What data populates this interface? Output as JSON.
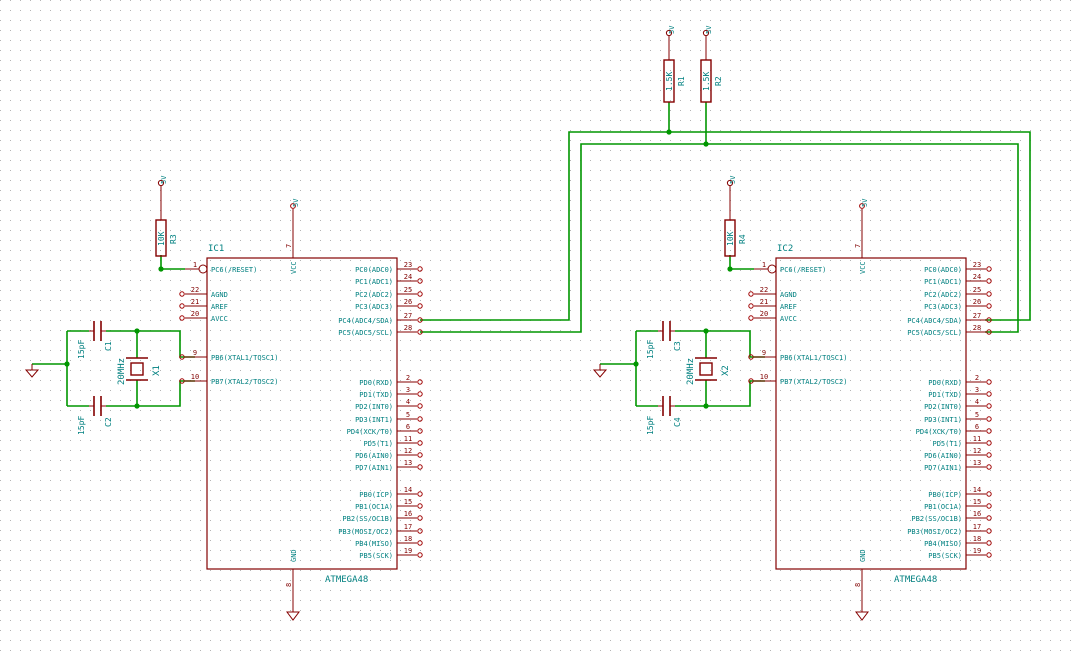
{
  "colors": {
    "background": "#ffffff",
    "grid_dot": "#b4b4b4",
    "wire": "#009600",
    "component_body": "#840000",
    "text": "#008484",
    "pin_end": "#a00000"
  },
  "ic1": {
    "ref": "IC1",
    "value": "ATMEGA48",
    "vcc_label": "VCC",
    "gnd_label": "GND",
    "vcc_pin": "7",
    "gnd_pin": "8",
    "left_pins": [
      {
        "num": "1",
        "name": "PC6(/RESET)"
      },
      {
        "num": "22",
        "name": "AGND"
      },
      {
        "num": "21",
        "name": "AREF"
      },
      {
        "num": "20",
        "name": "AVCC"
      },
      {
        "num": "9",
        "name": "PB6(XTAL1/TOSC1)"
      },
      {
        "num": "10",
        "name": "PB7(XTAL2/TOSC2)"
      }
    ],
    "right_pins": [
      {
        "num": "23",
        "name": "PC0(ADC0)"
      },
      {
        "num": "24",
        "name": "PC1(ADC1)"
      },
      {
        "num": "25",
        "name": "PC2(ADC2)"
      },
      {
        "num": "26",
        "name": "PC3(ADC3)"
      },
      {
        "num": "27",
        "name": "PC4(ADC4/SDA)"
      },
      {
        "num": "28",
        "name": "PC5(ADC5/SCL)"
      },
      {
        "num": "2",
        "name": "PD0(RXD)"
      },
      {
        "num": "3",
        "name": "PD1(TXD)"
      },
      {
        "num": "4",
        "name": "PD2(INT0)"
      },
      {
        "num": "5",
        "name": "PD3(INT1)"
      },
      {
        "num": "6",
        "name": "PD4(XCK/T0)"
      },
      {
        "num": "11",
        "name": "PD5(T1)"
      },
      {
        "num": "12",
        "name": "PD6(AIN0)"
      },
      {
        "num": "13",
        "name": "PD7(AIN1)"
      },
      {
        "num": "14",
        "name": "PB0(ICP)"
      },
      {
        "num": "15",
        "name": "PB1(OC1A)"
      },
      {
        "num": "16",
        "name": "PB2(SS/OC1B)"
      },
      {
        "num": "17",
        "name": "PB3(MOSI/OC2)"
      },
      {
        "num": "18",
        "name": "PB4(MISO)"
      },
      {
        "num": "19",
        "name": "PB5(SCK)"
      }
    ]
  },
  "ic2": {
    "ref": "IC2",
    "value": "ATMEGA48",
    "vcc_label": "VCC",
    "gnd_label": "GND",
    "vcc_pin": "7",
    "gnd_pin": "8",
    "left_pins": [
      {
        "num": "1",
        "name": "PC6(/RESET)"
      },
      {
        "num": "22",
        "name": "AGND"
      },
      {
        "num": "21",
        "name": "AREF"
      },
      {
        "num": "20",
        "name": "AVCC"
      },
      {
        "num": "9",
        "name": "PB6(XTAL1/TOSC1)"
      },
      {
        "num": "10",
        "name": "PB7(XTAL2/TOSC2)"
      }
    ],
    "right_pins": [
      {
        "num": "23",
        "name": "PC0(ADC0)"
      },
      {
        "num": "24",
        "name": "PC1(ADC1)"
      },
      {
        "num": "25",
        "name": "PC2(ADC2)"
      },
      {
        "num": "26",
        "name": "PC3(ADC3)"
      },
      {
        "num": "27",
        "name": "PC4(ADC4/SDA)"
      },
      {
        "num": "28",
        "name": "PC5(ADC5/SCL)"
      },
      {
        "num": "2",
        "name": "PD0(RXD)"
      },
      {
        "num": "3",
        "name": "PD1(TXD)"
      },
      {
        "num": "4",
        "name": "PD2(INT0)"
      },
      {
        "num": "5",
        "name": "PD3(INT1)"
      },
      {
        "num": "6",
        "name": "PD4(XCK/T0)"
      },
      {
        "num": "11",
        "name": "PD5(T1)"
      },
      {
        "num": "12",
        "name": "PD6(AIN0)"
      },
      {
        "num": "13",
        "name": "PD7(AIN1)"
      },
      {
        "num": "14",
        "name": "PB0(ICP)"
      },
      {
        "num": "15",
        "name": "PB1(OC1A)"
      },
      {
        "num": "16",
        "name": "PB2(SS/OC1B)"
      },
      {
        "num": "17",
        "name": "PB3(MOSI/OC2)"
      },
      {
        "num": "18",
        "name": "PB4(MISO)"
      },
      {
        "num": "19",
        "name": "PB5(SCK)"
      }
    ]
  },
  "resistors": {
    "r1": {
      "ref": "R1",
      "value": "1.5K"
    },
    "r2": {
      "ref": "R2",
      "value": "1.5K"
    },
    "r3": {
      "ref": "R3",
      "value": "10K"
    },
    "r4": {
      "ref": "R4",
      "value": "10K"
    }
  },
  "capacitors": {
    "c1": {
      "ref": "C1",
      "value": "15pF"
    },
    "c2": {
      "ref": "C2",
      "value": "15pF"
    },
    "c3": {
      "ref": "C3",
      "value": "15pF"
    },
    "c4": {
      "ref": "C4",
      "value": "15pF"
    }
  },
  "crystals": {
    "x1": {
      "ref": "X1",
      "value": "20MHz"
    },
    "x2": {
      "ref": "X2",
      "value": "20MHz"
    }
  },
  "power_label": "5V"
}
